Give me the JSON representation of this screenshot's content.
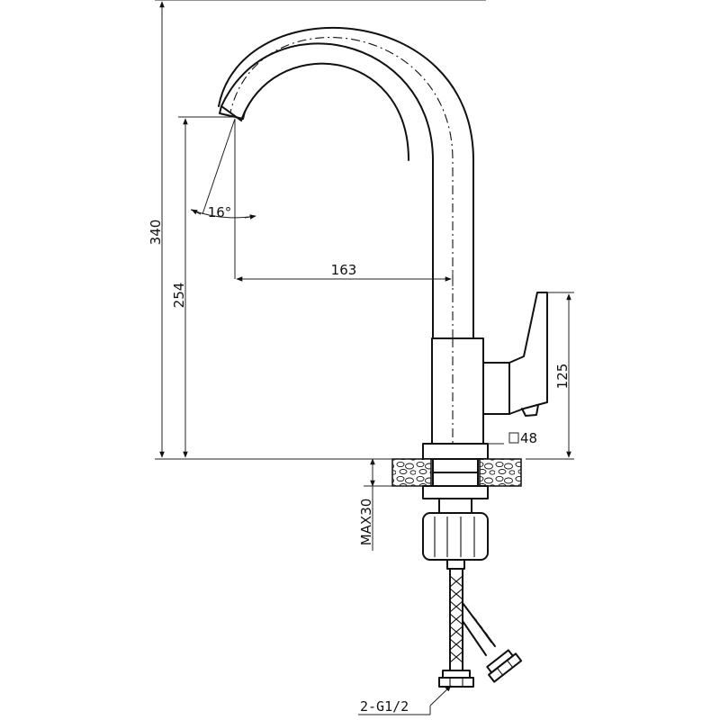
{
  "dimensions": {
    "total_height": "340",
    "spout_height": "254",
    "spout_reach": "163",
    "spray_angle": "16°",
    "handle_height": "125",
    "base_square": "48",
    "max_counter": "MAX30",
    "hose_thread": "2-G1/2"
  }
}
